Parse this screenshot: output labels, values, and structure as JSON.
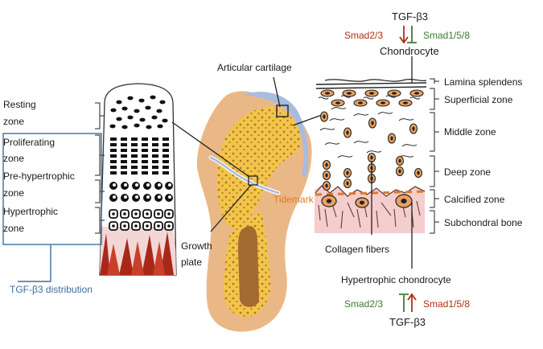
{
  "top": {
    "tgf": "TGF-β3",
    "smad23": "Smad2/3",
    "smad158": "Smad1/5/8",
    "chondrocyte": "Chondrocyte"
  },
  "bottom": {
    "hypertrophic_chondrocyte": "Hypertrophic chondrocyte",
    "smad23": "Smad2/3",
    "smad158": "Smad1/5/8",
    "tgf": "TGF-β3"
  },
  "growth_plate_zones": {
    "resting": [
      "Resting",
      "zone"
    ],
    "proliferating": [
      "Proliferating",
      "zone"
    ],
    "prehypertrophic": [
      "Pre-hypertrophic",
      "zone"
    ],
    "hypertrophic": [
      "Hypertrophic",
      "zone"
    ]
  },
  "distribution_label": "TGF-β3 distribution",
  "bone_labels": {
    "articular_cartilage": "Articular cartilage",
    "growth_plate": [
      "Growth",
      "plate"
    ]
  },
  "cartilage_zones": {
    "lamina": "Lamina splendens",
    "superficial": "Superficial zone",
    "middle": "Middle zone",
    "deep": "Deep zone",
    "calcified": "Calcified zone",
    "subchondral": "Subchondral bone",
    "tidemark": "Tidemark",
    "collagen": "Collagen fibers"
  },
  "colors": {
    "inhibit_red": "#b22d12",
    "activate_green": "#3e7a34",
    "distribution_blue": "#3c6e9e",
    "tidemark_orange": "#e07a22",
    "bone_yellow": "#f2c54a",
    "cortex_tan": "#eab887",
    "cartilage_blue": "#a9bce0",
    "subchondral_pink": "#f4cdcd"
  }
}
